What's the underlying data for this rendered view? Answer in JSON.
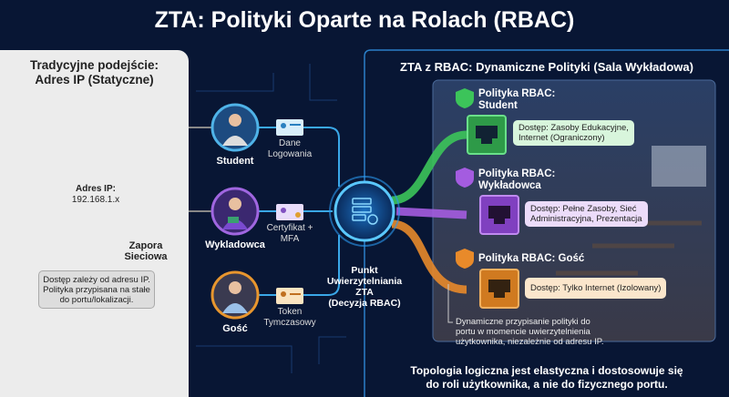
{
  "title": "ZTA: Polityki Oparte na Rolach (RBAC)",
  "traditional": {
    "title_line1": "Tradycyjne podejście:",
    "title_line2": "Adres IP (Statyczne)",
    "ip_label": "Adres IP:",
    "ip_value": "192.168.1.x",
    "firewall_line1": "Zapora",
    "firewall_line2": "Sieciowa",
    "note_line1": "Dostęp zależy od adresu IP.",
    "note_line2": "Polityka przypisana na stałe",
    "note_line3": "do portu/lokalizacji."
  },
  "users": [
    {
      "name": "Student",
      "cred1": "Dane",
      "cred2": "Logowania",
      "color": "#4fb3e8"
    },
    {
      "name": "Wykladowca",
      "cred1": "Certyfikat +",
      "cred2": "MFA",
      "color": "#a066e0"
    },
    {
      "name": "Gość",
      "cred1": "Token",
      "cred2": "Tymczasowy",
      "color": "#e8962e"
    }
  ],
  "hub": {
    "line1": "Punkt",
    "line2": "Uwierzytelniania",
    "line3": "ZTA",
    "line4": "(Decyzja RBAC)"
  },
  "zta": {
    "title": "ZTA z RBAC: Dynamiczne Polityki (Sala Wykładowa)",
    "policies": [
      {
        "title1": "Polityka RBAC:",
        "title2": "Student",
        "access1": "Dostęp: Zasoby Edukacyjne,",
        "access2": "Internet (Ograniczony)",
        "color": "#3cc45a"
      },
      {
        "title1": "Polityka RBAC:",
        "title2": "Wykładowca",
        "access1": "Dostęp: Pełne Zasoby, Sieć",
        "access2": "Administracyjna, Prezentacja",
        "color": "#a45ce0"
      },
      {
        "title1": "Polityka RBAC: Gość",
        "title2": "",
        "access1": "Dostęp: Tylko Internet (Izolowany)",
        "access2": "",
        "color": "#e88a2a"
      }
    ],
    "dynamic_note1": "Dynamiczne przypisanie polityki do",
    "dynamic_note2": "portu w momencie uwierzytelnienia",
    "dynamic_note3": "użytkownika, niezależnie od adresu IP."
  },
  "bottom1": "Topologia logiczna jest elastyczna i dostosowuje się",
  "bottom2": "do roli użytkownika, a nie do fizycznego portu."
}
